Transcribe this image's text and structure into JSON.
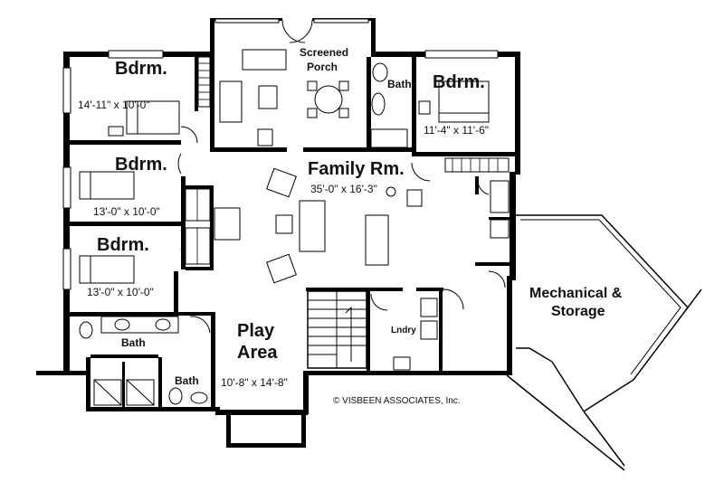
{
  "rooms": {
    "bdrm1": {
      "name": "Bdrm.",
      "dims": "14'-11\" x 10'-0\""
    },
    "bdrm2": {
      "name": "Bdrm.",
      "dims": "13'-0\" x 10'-0\""
    },
    "bdrm3": {
      "name": "Bdrm.",
      "dims": "13'-0\" x 10'-0\""
    },
    "bdrm4": {
      "name": "Bdrm.",
      "dims": "11'-4\" x 11'-6\""
    },
    "screened_porch": {
      "line1": "Screened",
      "line2": "Porch"
    },
    "bath_upper": {
      "name": "Bath"
    },
    "family_room": {
      "name": "Family Rm.",
      "dims": "35'-0\" x 16'-3\""
    },
    "mechanical": {
      "line1": "Mechanical &",
      "line2": "Storage"
    },
    "laundry": {
      "name": "Lndry"
    },
    "play_area": {
      "line1": "Play",
      "line2": "Area",
      "dims": "10'-8\" x 14'-8\""
    },
    "bath_lower": {
      "name": "Bath"
    },
    "bath_small": {
      "name": "Bath"
    }
  },
  "copyright": "© VISBEEN ASSOCIATES, Inc."
}
